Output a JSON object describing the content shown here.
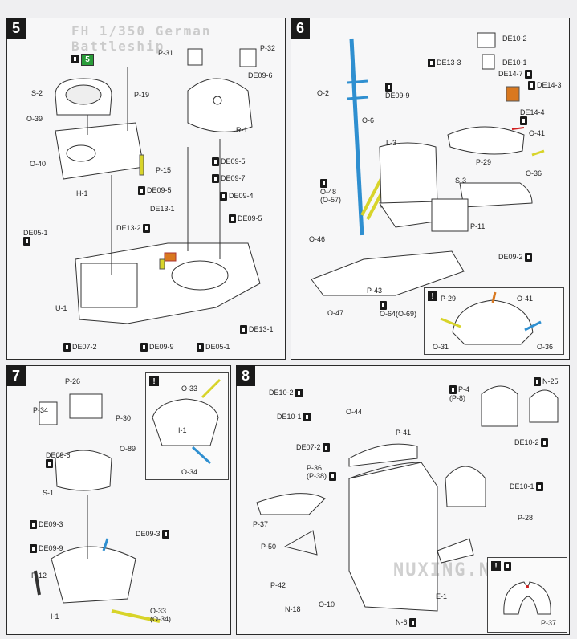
{
  "panels": {
    "p5": {
      "step": "5",
      "green_badge": "5"
    },
    "p6": {
      "step": "6"
    },
    "p7": {
      "step": "7",
      "note": "!"
    },
    "p8": {
      "step": "8",
      "note": "!"
    }
  },
  "labels5": [
    "P-31",
    "P-32",
    "DE09-6",
    "S-2",
    "P-19",
    "O-39",
    "R-1",
    "O-40",
    "P-15",
    "H-1",
    "DE09-5",
    "DE09-7",
    "DE09-5",
    "DE09-4",
    "DE13-1",
    "DE09-5",
    "DE13-2",
    "DE05-1",
    "U-1",
    "DE13-1",
    "DE07-2",
    "DE09-9",
    "DE05-1"
  ],
  "labels6": [
    "DE10-2",
    "DE10-1",
    "DE13-3",
    "DE14-7",
    "DE14-3",
    "O-2",
    "DE09-9",
    "DE14-4",
    "O-41",
    "O-6",
    "L-3",
    "P-29",
    "O-36",
    "O-48",
    "(O-57)",
    "S-3",
    "P-11",
    "O-46",
    "DE09-2",
    "P-43",
    "O-47",
    "O-64(O-69)"
  ],
  "inset6": {
    "labels": [
      "P-29",
      "O-41",
      "O-31",
      "O-36"
    ]
  },
  "labels7": [
    "P-26",
    "P-34",
    "P-30",
    "O-89",
    "DE09-6",
    "S-1",
    "DE09-3",
    "DE09-3",
    "DE09-9",
    "P-12",
    "I-1",
    "O-33",
    "(O-34)"
  ],
  "inset7": {
    "labels": [
      "O-33",
      "I-1",
      "O-34"
    ]
  },
  "labels8": [
    "DE10-2",
    "DE10-1",
    "O-44",
    "P-41",
    "P-4",
    "(P-8)",
    "N-25",
    "DE07-2",
    "P-36",
    "(P-38)",
    "DE10-2",
    "DE10-1",
    "P-37",
    "P-28",
    "P-50",
    "P-42",
    "O-10",
    "N-18",
    "E-1",
    "N-6"
  ],
  "inset8": {
    "labels": [
      "P-37"
    ]
  },
  "watermark": {
    "text": "NUXING.NET"
  },
  "colors": {
    "blue": "#2f8fd0",
    "yellow": "#d8d42a",
    "orange": "#d9781f",
    "red": "#d02020",
    "green": "#2a9d3a"
  }
}
